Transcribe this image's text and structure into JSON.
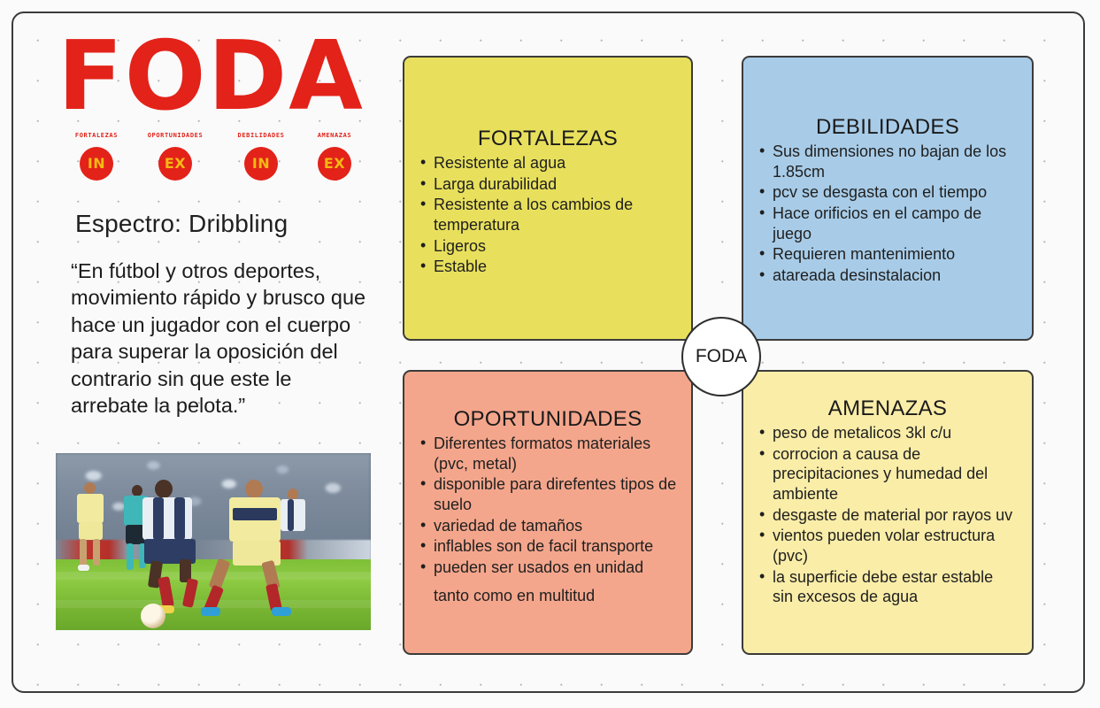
{
  "frame": {
    "background_color": "#fafafa",
    "border_color": "#3b3b3b"
  },
  "brand": {
    "title": "FODA",
    "title_color": "#e32219"
  },
  "legend": {
    "items": [
      {
        "word": "Fortalezas",
        "badge": "IN"
      },
      {
        "word": "Oportunidades",
        "badge": "EX"
      },
      {
        "word": "Debilidades",
        "badge": "IN"
      },
      {
        "word": "Amenazas",
        "badge": "EX"
      }
    ],
    "badge_bg": "#e32219",
    "badge_fg": "#f5b914"
  },
  "subject": {
    "heading": "Espectro: Dribbling",
    "quote": "“En fútbol y otros deportes, movimiento rápido y brusco que hace un jugador con el cuerpo para superar la oposición del contrario sin que este le arrebate la pelota.”"
  },
  "photo": {
    "caption": "soccer-match-photo"
  },
  "center": {
    "label": "FODA"
  },
  "quadrants": {
    "fortalezas": {
      "title": "FORTALEZAS",
      "color": "#e8e05c",
      "items": [
        "Resistente al agua",
        "Larga durabilidad",
        "Resistente a los cambios de temperatura",
        "Ligeros",
        "Estable"
      ]
    },
    "debilidades": {
      "title": "DEBILIDADES",
      "color": "#a8cce8",
      "items": [
        "Sus dimensiones no bajan de los 1.85cm",
        "pcv se desgasta con el tiempo",
        "Hace orificios en el campo de juego",
        "Requieren mantenimiento",
        "atareada desinstalacion"
      ]
    },
    "oportunidades": {
      "title": "OPORTUNIDADES",
      "color": "#f4a68c",
      "items": [
        "Diferentes formatos materiales (pvc, metal)",
        "disponible para direfentes tipos de suelo",
        "variedad de tamaños",
        "inflables son de facil transporte",
        "pueden ser usados en unidad"
      ],
      "trailing": "tanto como en multitud"
    },
    "amenazas": {
      "title": "AMENAZAS",
      "color": "#faeda8",
      "items": [
        "peso de metalicos 3kl c/u",
        "corrocion a causa de precipitaciones y humedad del ambiente",
        "desgaste de material por rayos uv",
        "vientos pueden volar estructura (pvc)",
        "la superficie debe estar estable sin excesos de agua"
      ]
    }
  }
}
